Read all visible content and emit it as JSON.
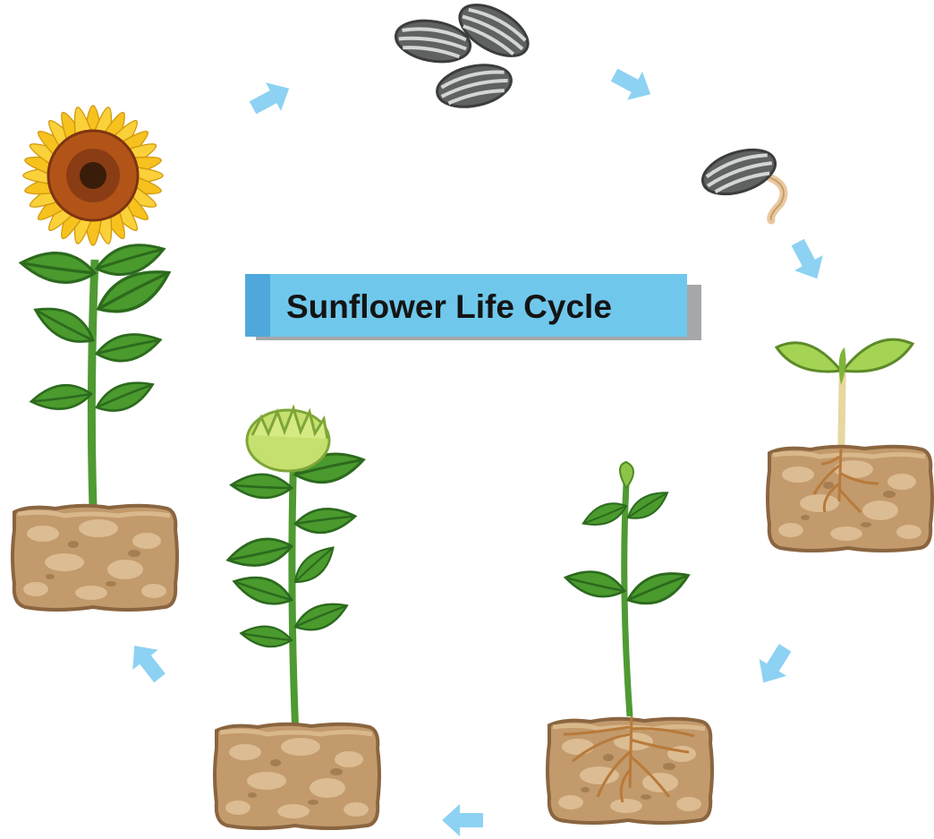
{
  "title": "Sunflower Life Cycle",
  "colors": {
    "arrow": "#8dd2f2",
    "banner": "#6fc8ec",
    "banner_tab": "#4fa8db",
    "banner_shadow": "#a5a7aa",
    "soil": "#c29a6c",
    "soil_dark": "#8a6540",
    "leaf": "#4a9a2d",
    "stem": "#4f9a32",
    "petal": "#f7c21e",
    "flower_center": "#b25418",
    "seed": "#7b7e7d",
    "root": "#c0803c"
  },
  "stages": [
    {
      "id": "seeds",
      "icon": "sunflower-seeds"
    },
    {
      "id": "germination",
      "icon": "germinating-seed"
    },
    {
      "id": "seedling",
      "icon": "seedling"
    },
    {
      "id": "young-plant",
      "icon": "young-plant"
    },
    {
      "id": "budding",
      "icon": "budding-plant"
    },
    {
      "id": "flowering",
      "icon": "mature-sunflower"
    }
  ]
}
